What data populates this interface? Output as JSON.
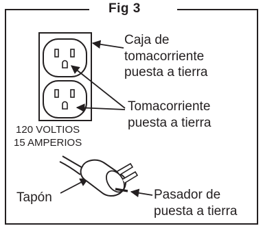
{
  "figure": {
    "title": "Fig 3",
    "box_label": [
      "Caja de",
      "tomacorriente",
      "puesta a tierra"
    ],
    "outlet_label": [
      "Tomacorriente",
      "puesta a tierra"
    ],
    "rating": [
      "120 VOLTIOS",
      "15 AMPERIOS"
    ],
    "plug_label": "Tapón",
    "pin_label": [
      "Pasador de",
      "puesta a tierra"
    ],
    "colors": {
      "ink": "#231f20",
      "background": "#ffffff"
    }
  }
}
